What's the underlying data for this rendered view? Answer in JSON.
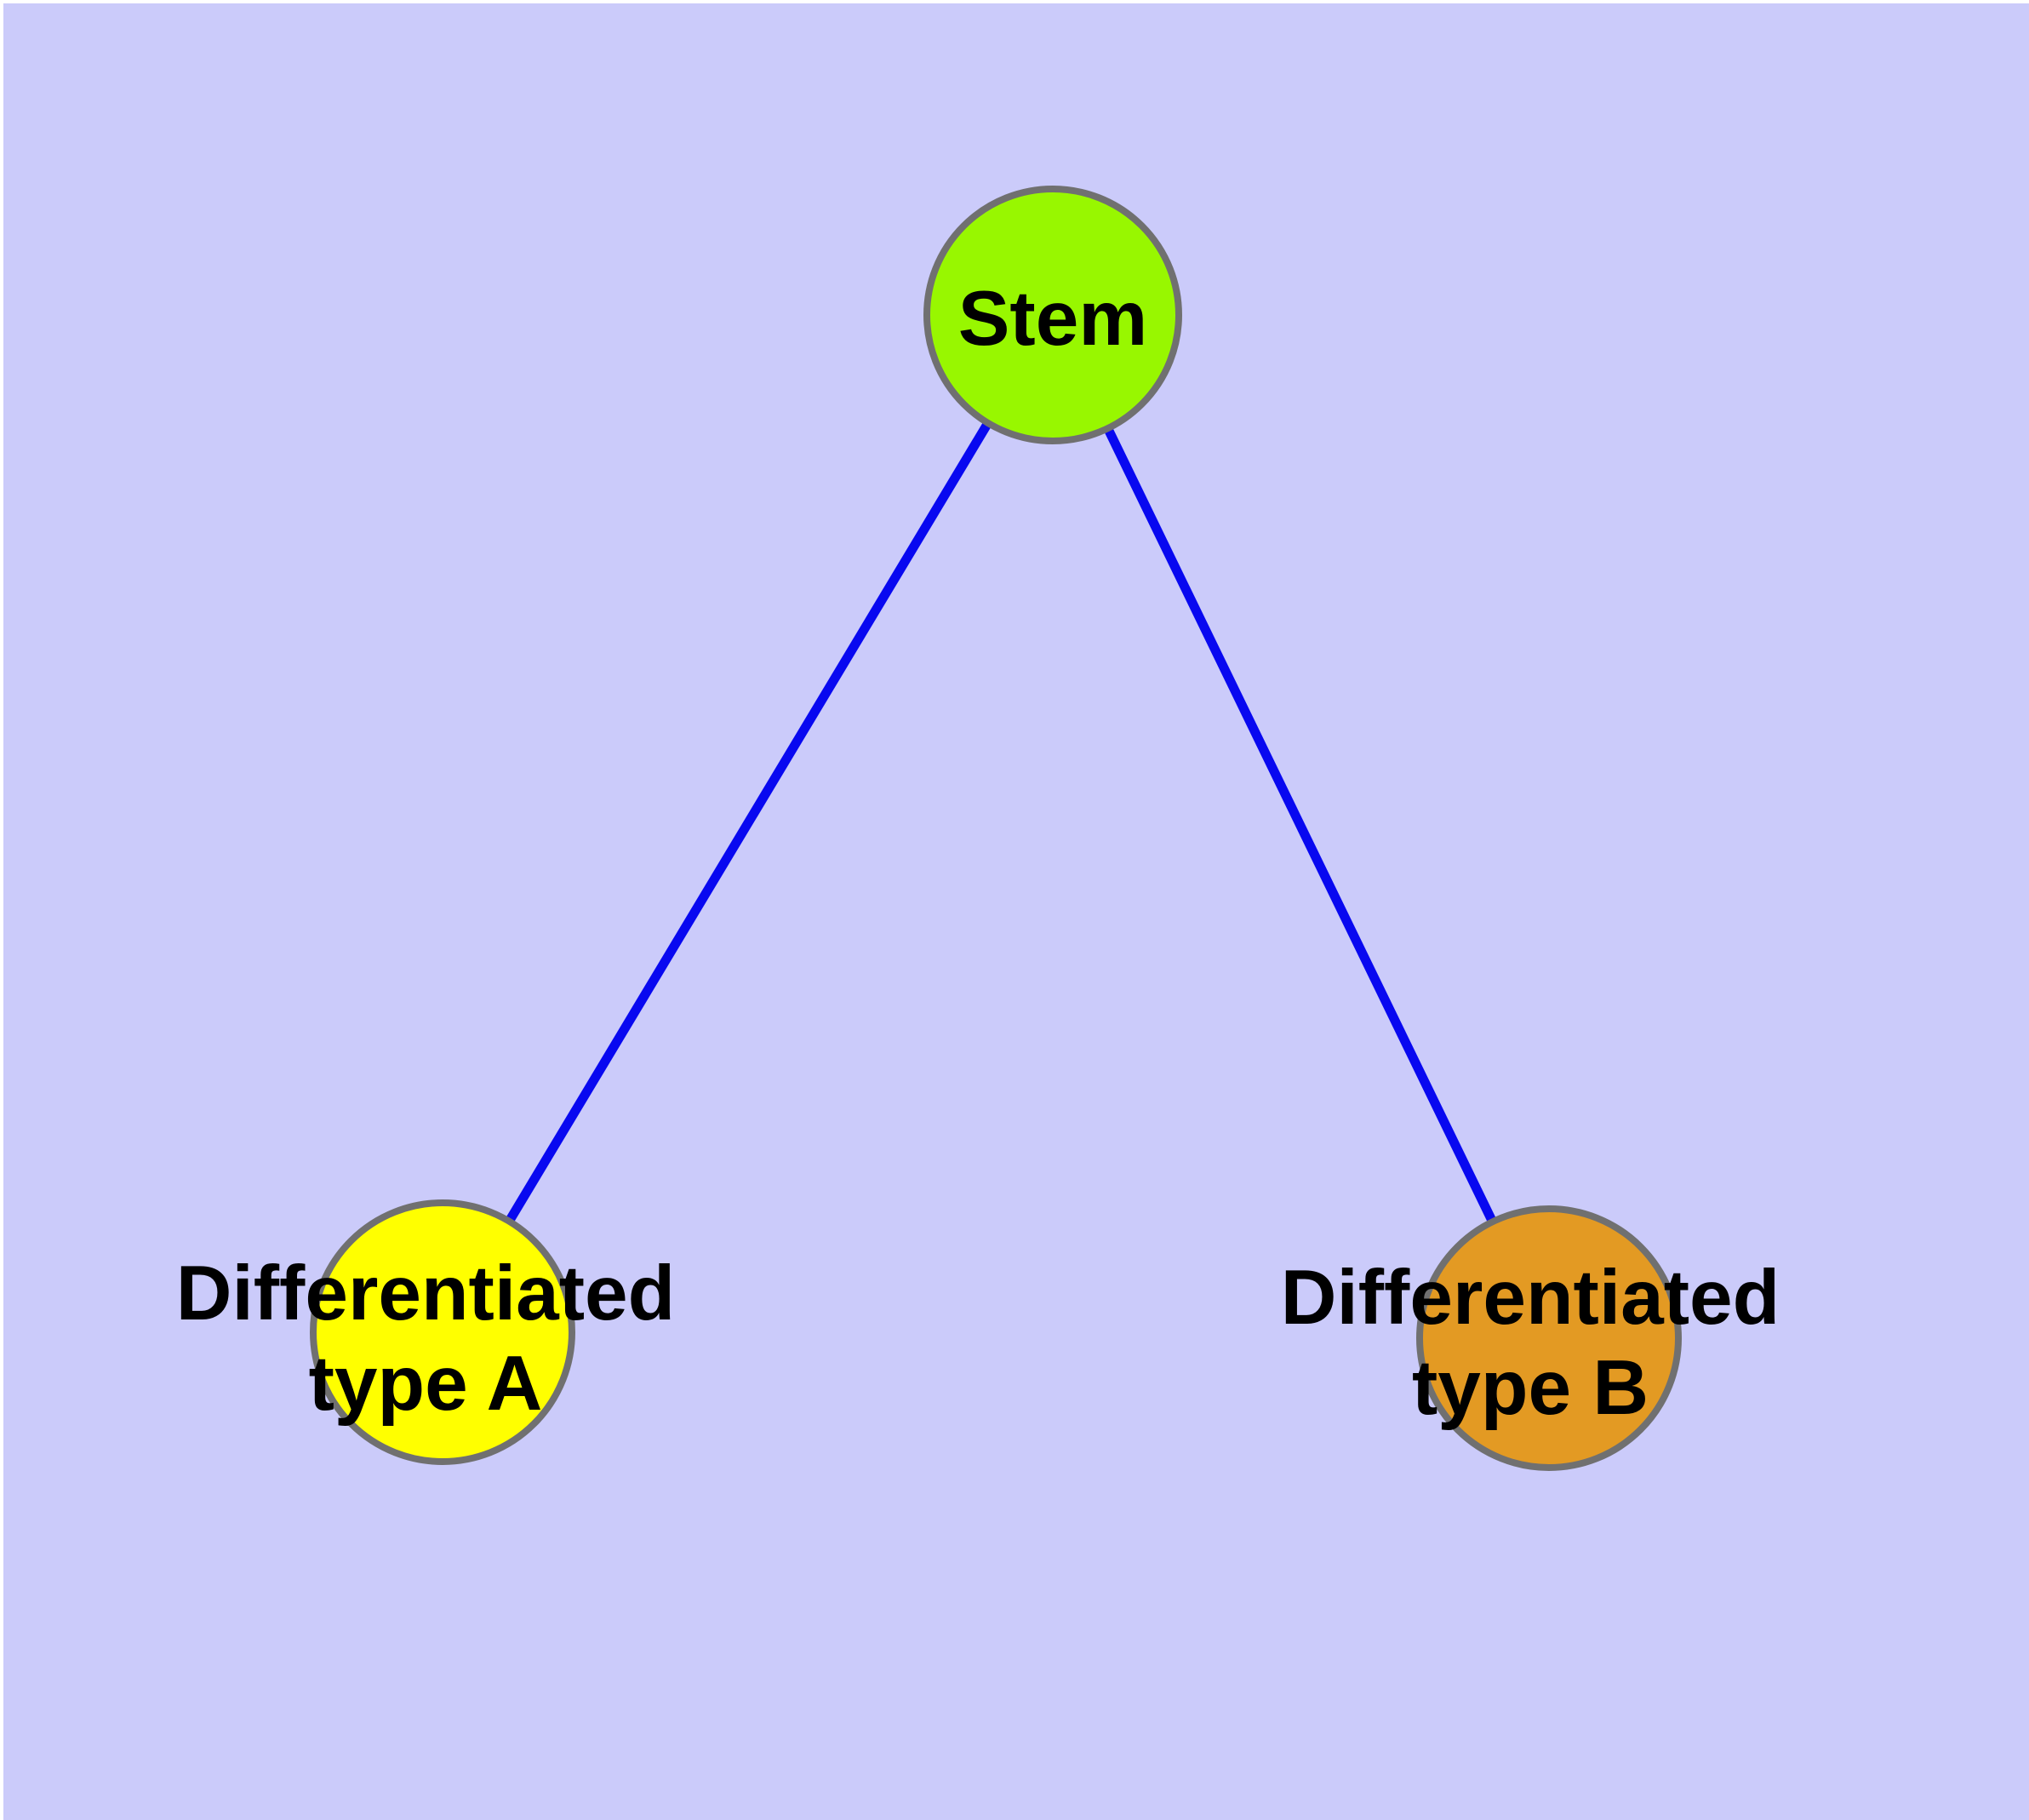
{
  "diagram": {
    "background_color": "#CBCBFA",
    "margin_color": "#FFFFFF",
    "edge_color": "#0808F0",
    "node_border_color": "#707070",
    "label_color": "#000000",
    "nodes": {
      "stem": {
        "label": "Stem",
        "fill": "#98F700"
      },
      "type_a": {
        "label_line1": "Differentiated",
        "label_line2": "type A",
        "fill": "#FFFF00"
      },
      "type_b": {
        "label_line1": "Differentiated",
        "label_line2": "type B",
        "fill": "#E39A23"
      }
    },
    "edges": [
      {
        "from": "Stem",
        "to": "Differentiated type A"
      },
      {
        "from": "Stem",
        "to": "Differentiated type B"
      }
    ]
  }
}
